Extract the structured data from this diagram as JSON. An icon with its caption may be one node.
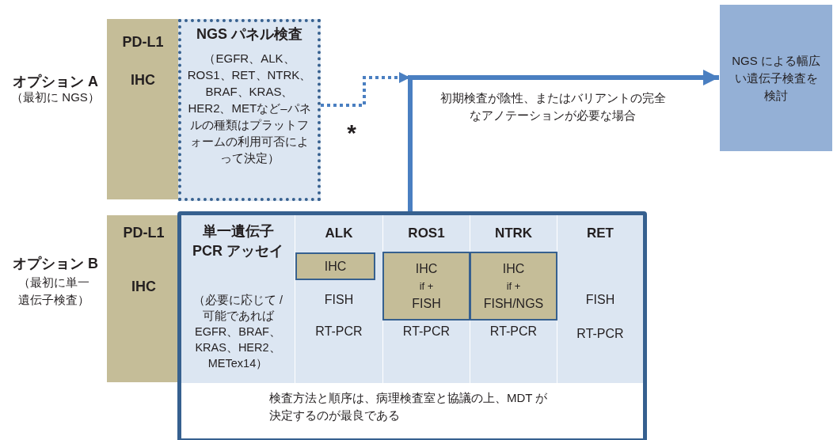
{
  "diagram": {
    "nodes": [
      {
        "text": [
          "PD-L1",
          "IHC"
        ]
      },
      {
        "text": [
          "NGS パネル検査",
          "（EGFR、ALK、ROS1、RET、NTRK、BRAF、KRAS、HER2、METなど–パネルの種類はプラットフォームの利用可否によって決定）"
        ]
      },
      {
        "text": [
          "PD-L1",
          "IHC"
        ]
      },
      {
        "text": [
          "検査方法と順序は、病理検査室と協議の上、MDT が決定するのが最良である"
        ]
      },
      {
        "text": [
          "単一遺伝子 PCR アッセイ",
          "（必要に応じて / 可能であればEGFR、BRAF、KRAS、HER2、METex14）"
        ],
        "in": 3
      },
      {
        "text": [
          "ALK",
          "FISH",
          "RT-PCR"
        ],
        "in": 3
      },
      {
        "text": [
          "IHC"
        ],
        "in": 5
      },
      {
        "text": [
          "ROS1",
          "RT-PCR"
        ],
        "in": 3
      },
      {
        "text": [
          "IHC",
          "if +",
          "FISH"
        ],
        "in": 7
      },
      {
        "text": [
          "NTRK",
          "RT-PCR"
        ],
        "in": 3
      },
      {
        "text": [
          "IHC",
          "if +",
          "FISH/NGS"
        ],
        "in": 9
      },
      {
        "text": [
          "RET",
          "FISH",
          "RT-PCR"
        ],
        "in": 3
      },
      {
        "text": [
          "NGS による幅広い遺伝子検査を検討"
        ]
      }
    ],
    "edges": [
      {
        "from": 1,
        "to": 12,
        "arrow": "to",
        "style": "dashed"
      },
      {
        "from": 3,
        "to": 12,
        "arrow": "to",
        "label": "初期検査が陰性、またはバリアントの完全なアノテーションが必要な場合"
      }
    ],
    "labels": [
      "オプション A",
      "（最初に NGS）",
      "*",
      "オプション B",
      "（最初に単一遺伝子検査）"
    ]
  }
}
